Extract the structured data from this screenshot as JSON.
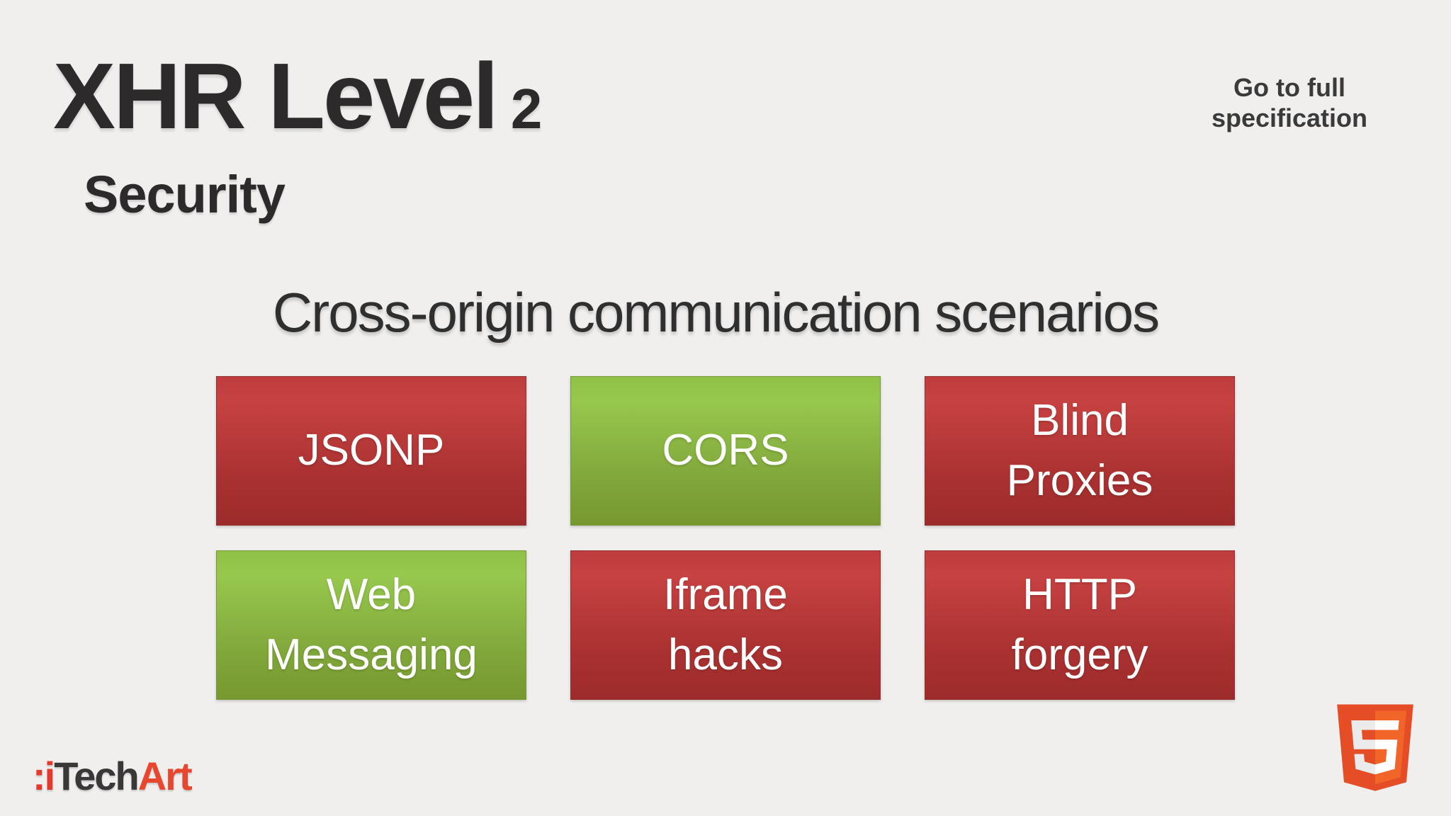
{
  "header": {
    "title": "XHR Level",
    "title_number": "2",
    "subtitle": "Security",
    "spec_link": "Go to full specification"
  },
  "main": {
    "heading": "Cross-origin communication scenarios",
    "boxes": [
      {
        "label": "JSONP",
        "variant": "red"
      },
      {
        "label": "CORS",
        "variant": "green"
      },
      {
        "label": "Blind\nProxies",
        "variant": "red"
      },
      {
        "label": "Web\nMessaging",
        "variant": "green"
      },
      {
        "label": "Iframe\nhacks",
        "variant": "red"
      },
      {
        "label": "HTTP\nforgery",
        "variant": "red"
      }
    ]
  },
  "footer": {
    "itechart": {
      "colon_i": ":i",
      "tech": "Tech",
      "art": "Art"
    },
    "html5_logo": "html5-shield-icon"
  },
  "colors": {
    "background": "#f0efee",
    "title_text": "#2d2a2b",
    "box_red_top": "#c74241",
    "box_red_bottom": "#9d2b2b",
    "box_green_top": "#97c84e",
    "box_green_bottom": "#77982f",
    "box_text": "#ffffff",
    "itechart_red": "#e23b2e",
    "itechart_dark": "#3b3738",
    "html5_orange_dark": "#e44d26",
    "html5_orange_light": "#f16529"
  }
}
